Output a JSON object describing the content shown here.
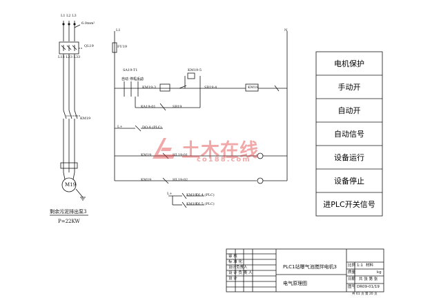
{
  "motor": {
    "phases": [
      "L1",
      "L2",
      "L3"
    ],
    "bus_label": "6.0mm²",
    "breaker": "QL19",
    "terminals": "L13 L23 L33",
    "contactor": "KM19",
    "motor_id": "M19",
    "name": "剩余污泥排出泵3",
    "power": "P=22KW"
  },
  "control": {
    "line_l": "L1",
    "line_n": "N",
    "fuse": "FU19",
    "labels": {
      "a1": "SA19-T1",
      "a2": "自动",
      "a3": "停机",
      "a4": "手动",
      "b1": "KM19-3",
      "b2": "KM19-5",
      "b3": "SB19-4",
      "b4": "KM19",
      "c1": "KA19-01",
      "c2": "SB19",
      "d1": "L+",
      "d2": "DO.4 (PLC)",
      "e1": "KM19",
      "e2": "HL19-01",
      "f1": "KM19",
      "f2": "HL19-02",
      "g1": "L+",
      "g2": "KM19",
      "g3": "DI.4 (PLC)",
      "g4": "KM19",
      "g5": "DI.5 (PLC)"
    }
  },
  "functions": [
    "电机保护",
    "手动开",
    "自动开",
    "自动信号",
    "设备运行",
    "设备停止",
    "进PLC开关信号"
  ],
  "watermark": {
    "main": "土木在线",
    "sub": "co188.com"
  },
  "title_block": {
    "roles": [
      "审 核",
      "标 准 化",
      "设计负责人",
      "设 计 负 责 人",
      "设 计"
    ],
    "project": "PLC1站曝气池搅拌电机3",
    "drawing": "电气原理图",
    "scale_label": "比例",
    "scale": "1:1",
    "material_label": "材料",
    "weight_label": "质量",
    "weight_unit": "kg",
    "date_label": "日期",
    "sheet_label": "共 张 第 张",
    "num_label": "图号",
    "drawing_no": "DR09-01/19",
    "page_note": "共 61 页 第 20 页"
  }
}
